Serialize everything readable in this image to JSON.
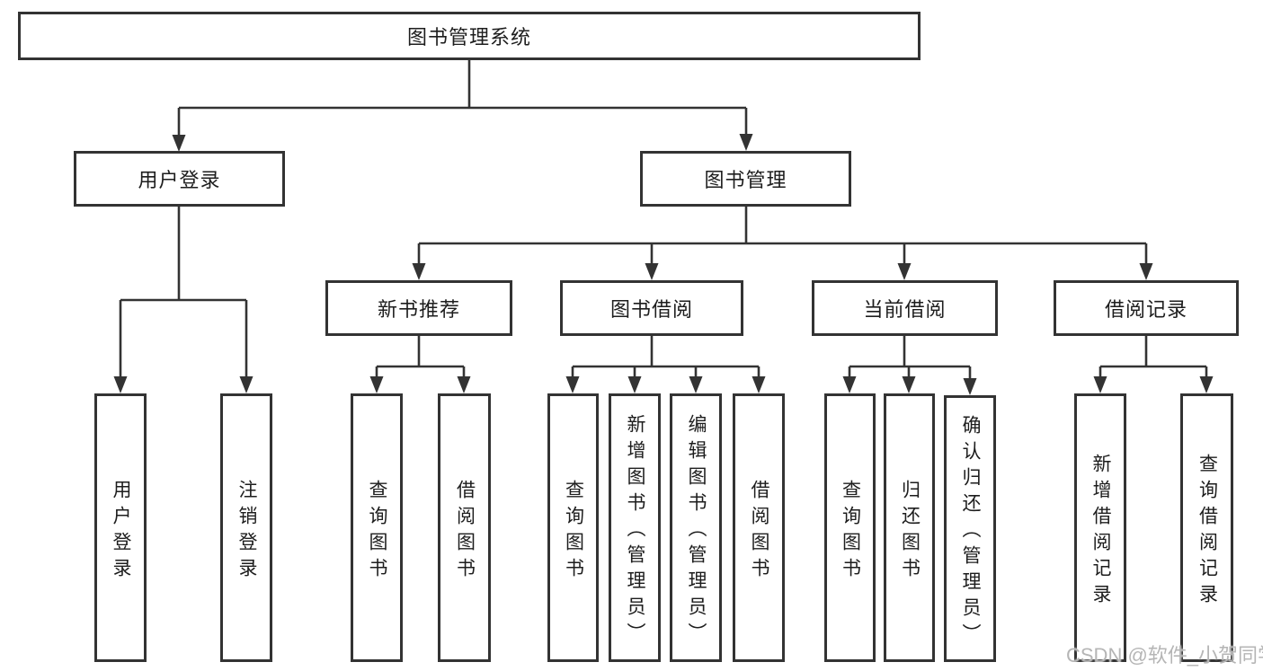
{
  "tree": {
    "root": {
      "label": "图书管理系统"
    },
    "branches": [
      {
        "label": "用户登录",
        "children": [
          "用户登录",
          "注销登录"
        ]
      },
      {
        "label": "图书管理",
        "groups": [
          {
            "label": "新书推荐",
            "children": [
              "查询图书",
              "借阅图书"
            ]
          },
          {
            "label": "图书借阅",
            "children": [
              "查询图书",
              "新增图书（管理员）",
              "编辑图书（管理员）",
              "借阅图书"
            ]
          },
          {
            "label": "当前借阅",
            "children": [
              "查询图书",
              "归还图书",
              "确认归还（管理员）"
            ]
          },
          {
            "label": "借阅记录",
            "children": [
              "新增借阅记录",
              "查询借阅记录"
            ]
          }
        ]
      }
    ]
  },
  "watermark": "CSDN @软件_小贺同学",
  "colors": {
    "line": "#333333",
    "text": "#1d1d1d",
    "watermark": "#b5b5b5",
    "background": "#ffffff"
  }
}
